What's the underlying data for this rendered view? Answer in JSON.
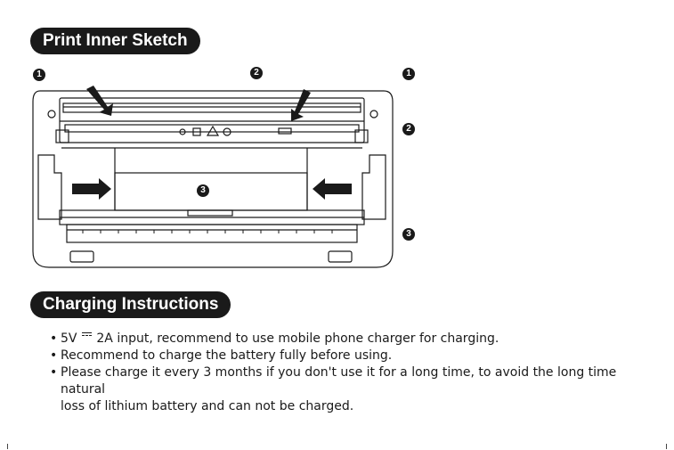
{
  "sections": {
    "sketch_title": "Print Inner Sketch",
    "charging_title": "Charging Instructions"
  },
  "callouts": {
    "one": "1",
    "two": "2",
    "three": "3"
  },
  "charging": {
    "bullet1_pre": "5V",
    "bullet1_post": "2A input, recommend to use mobile phone charger for charging.",
    "bullet2": "Recommend to charge the battery fully before using.",
    "bullet3_line1": "Please charge it every 3 months if you don't use it for a long time,  to avoid the long time natural",
    "bullet3_line2": "loss of lithium battery and can not  be charged."
  },
  "icons": {
    "dc_symbol": "direct-current-icon",
    "arrows": "arrow-icon"
  }
}
